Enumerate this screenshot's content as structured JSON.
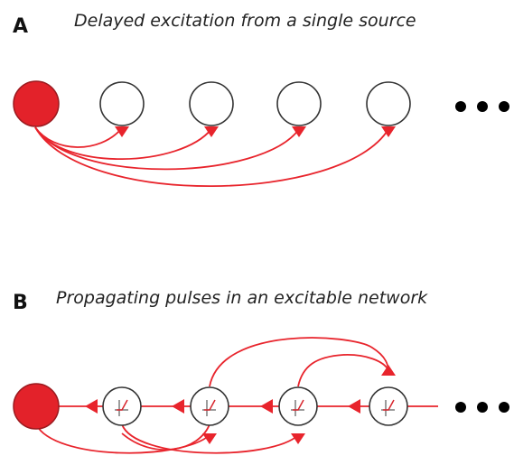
{
  "panel_a": {
    "label": "A",
    "title": "Delayed excitation from a single source"
  },
  "panel_b": {
    "label": "B",
    "title": "Propagating pulses in an excitable network"
  },
  "colors": {
    "source_fill": "#e3222a",
    "source_stroke": "#9b1a1f",
    "connection": "#e8242c",
    "node_stroke": "#333333",
    "ellipsis": "#000000"
  },
  "icons": {
    "source": "filled-circle-neuron",
    "target": "empty-circle-neuron",
    "excitable": "excitable-unit-with-threshold-glyph",
    "synapse": "triangle-arrowhead",
    "continuation": "ellipsis-dots"
  }
}
